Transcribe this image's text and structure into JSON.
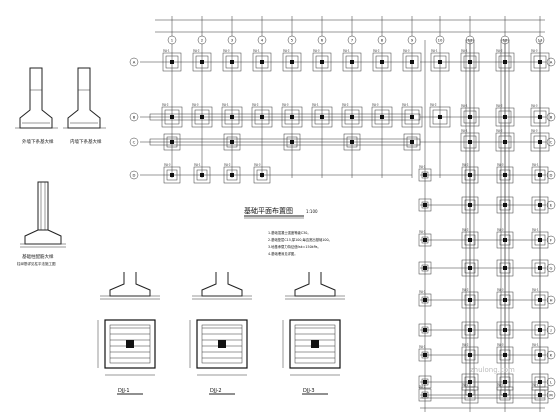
{
  "drawing": {
    "plan_title": "基础平面布置图",
    "plan_scale": "1:100",
    "notes": [
      "1.基础混凝土强度等级C30。",
      "2.基础垫层C15,厚100,每边宽出基础100。",
      "3.地基承载力特征值fak=150kPa。",
      "4.基础埋深见详图。"
    ],
    "details": [
      {
        "label": "DJJ-1"
      },
      {
        "label": "DJJ-2"
      },
      {
        "label": "DJJ-3"
      }
    ],
    "small_details": [
      {
        "label": "外墙下条基大样"
      },
      {
        "label": "内墙下条基大样"
      }
    ],
    "column_detail": {
      "label": "基础柱配筋大样",
      "note": "柱纵筋详见柱平法施工图"
    },
    "grid_top": [
      "1",
      "2",
      "3",
      "4",
      "5",
      "6",
      "7",
      "8",
      "9",
      "10",
      "11",
      "12",
      "13"
    ],
    "grid_right": [
      "A",
      "B",
      "C",
      "D",
      "E",
      "F",
      "G",
      "H",
      "J",
      "K",
      "L",
      "M"
    ],
    "grid_left": [
      "A",
      "B",
      "C",
      "D"
    ],
    "footing_tags": [
      "DJJ-1",
      "DJJ-2",
      "DJJ-3"
    ],
    "watermark": "zhulong.com"
  }
}
